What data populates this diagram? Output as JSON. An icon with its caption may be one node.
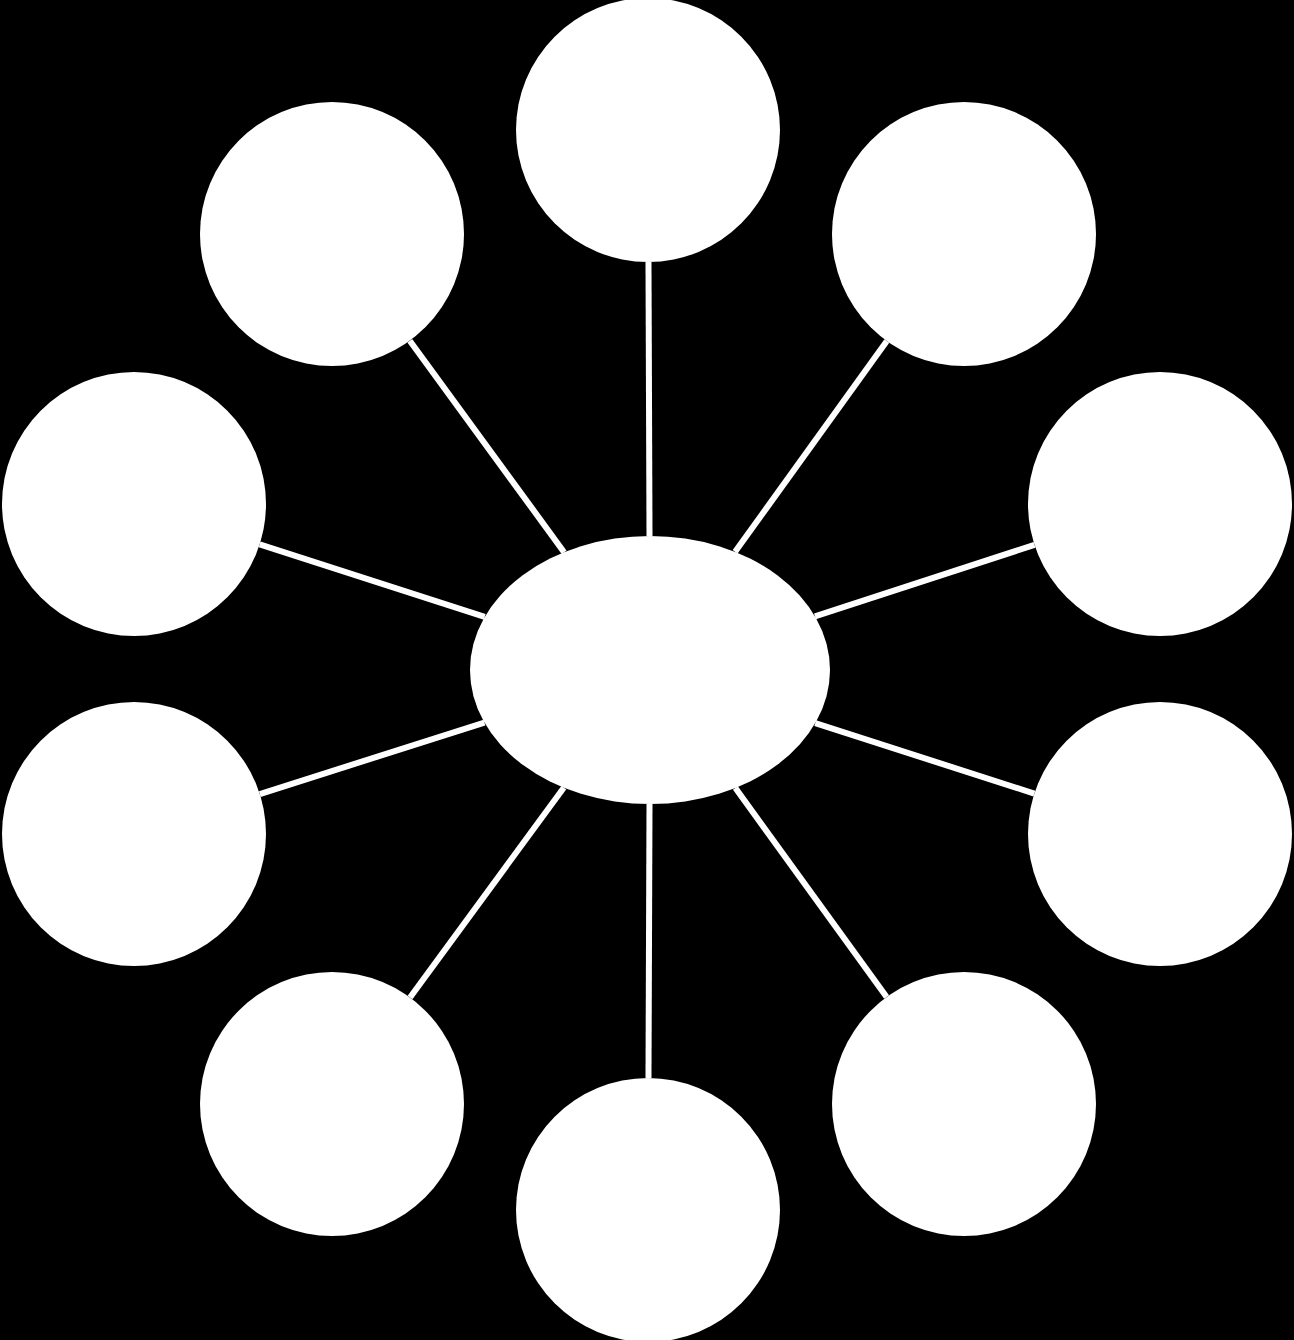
{
  "diagram": {
    "nodes": [
      {
        "text": [],
        "shape": "ellipse"
      },
      {
        "text": [],
        "shape": "circle"
      },
      {
        "text": [],
        "shape": "circle"
      },
      {
        "text": [],
        "shape": "circle"
      },
      {
        "text": [],
        "shape": "circle"
      },
      {
        "text": [],
        "shape": "circle"
      },
      {
        "text": [],
        "shape": "circle"
      },
      {
        "text": [],
        "shape": "circle"
      },
      {
        "text": [],
        "shape": "circle"
      },
      {
        "text": [],
        "shape": "circle"
      },
      {
        "text": [],
        "shape": "circle"
      }
    ],
    "edges": [
      {
        "from": 0,
        "to": 1,
        "arrow": "none"
      },
      {
        "from": 0,
        "to": 2,
        "arrow": "none"
      },
      {
        "from": 0,
        "to": 3,
        "arrow": "none"
      },
      {
        "from": 0,
        "to": 4,
        "arrow": "none"
      },
      {
        "from": 0,
        "to": 5,
        "arrow": "none"
      },
      {
        "from": 0,
        "to": 6,
        "arrow": "none"
      },
      {
        "from": 0,
        "to": 7,
        "arrow": "none"
      },
      {
        "from": 0,
        "to": 8,
        "arrow": "none"
      },
      {
        "from": 0,
        "to": 9,
        "arrow": "none"
      },
      {
        "from": 0,
        "to": 10,
        "arrow": "none"
      }
    ]
  }
}
